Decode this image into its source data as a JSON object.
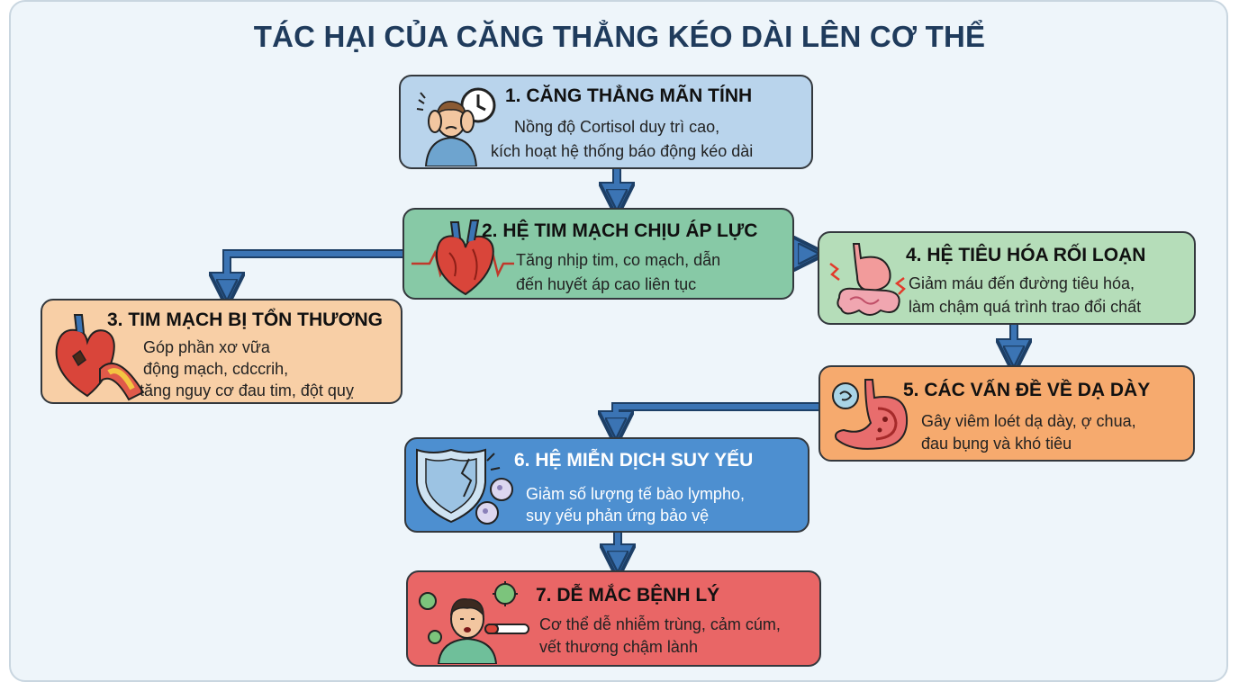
{
  "title": "TÁC HẠI CỦA CĂNG THẲNG KÉO DÀI LÊN CƠ THỂ",
  "colors": {
    "background": "#eef5fa",
    "title": "#1f3b5c",
    "arrow": "#3b74b4",
    "box1": "#b9d4ec",
    "box2": "#87c9a6",
    "box3": "#f8cfa6",
    "box4": "#b5ddb9",
    "box5": "#f6aa6e",
    "box6": "#4d8fd0",
    "box7": "#e96666"
  },
  "steps": [
    {
      "title": "1. CĂNG THẲNG MÃN TÍNH",
      "lines": [
        "Nồng độ Cortisol duy trì cao,",
        "kích hoạt hệ thống báo động kéo dài"
      ],
      "icon": "stressed-person-clock-icon"
    },
    {
      "title": "2. HỆ TIM MẠCH CHỊU ÁP LỰC",
      "lines": [
        "Tăng nhịp tim, co mạch, dẫn",
        "đến huyết áp cao liên tục"
      ],
      "icon": "heart-pulse-icon"
    },
    {
      "title": "3. TIM MẠCH BỊ TỔN THƯƠNG",
      "lines": [
        "Góp phần xơ vữa",
        "động mạch, cdccrih,",
        "tăng nguy cơ đau tim, đột quỵ"
      ],
      "icon": "damaged-heart-artery-icon"
    },
    {
      "title": "4. HỆ TIÊU HÓA RỐI LOẠN",
      "lines": [
        "Giảm máu đến đường tiêu hóa,",
        "làm chậm quá trình trao đổi chất"
      ],
      "icon": "digestive-system-icon"
    },
    {
      "title": "5. CÁC VẤN ĐỀ VỀ DẠ DÀY",
      "lines": [
        "Gây viêm loét dạ dày, ợ chua,",
        "đau bụng và khó tiêu"
      ],
      "icon": "inflamed-stomach-icon"
    },
    {
      "title": "6. HỆ MIỄN DỊCH SUY YẾU",
      "lines": [
        "Giảm số lượng tế bào lympho,",
        "suy yếu phản ứng bảo vệ"
      ],
      "icon": "cracked-shield-icon"
    },
    {
      "title": "7. DỄ MẮC BỆNH LÝ",
      "lines": [
        "Cơ thể dễ nhiễm trùng, cảm cúm,",
        "vết thương chậm lành"
      ],
      "icon": "sick-person-virus-icon"
    }
  ]
}
